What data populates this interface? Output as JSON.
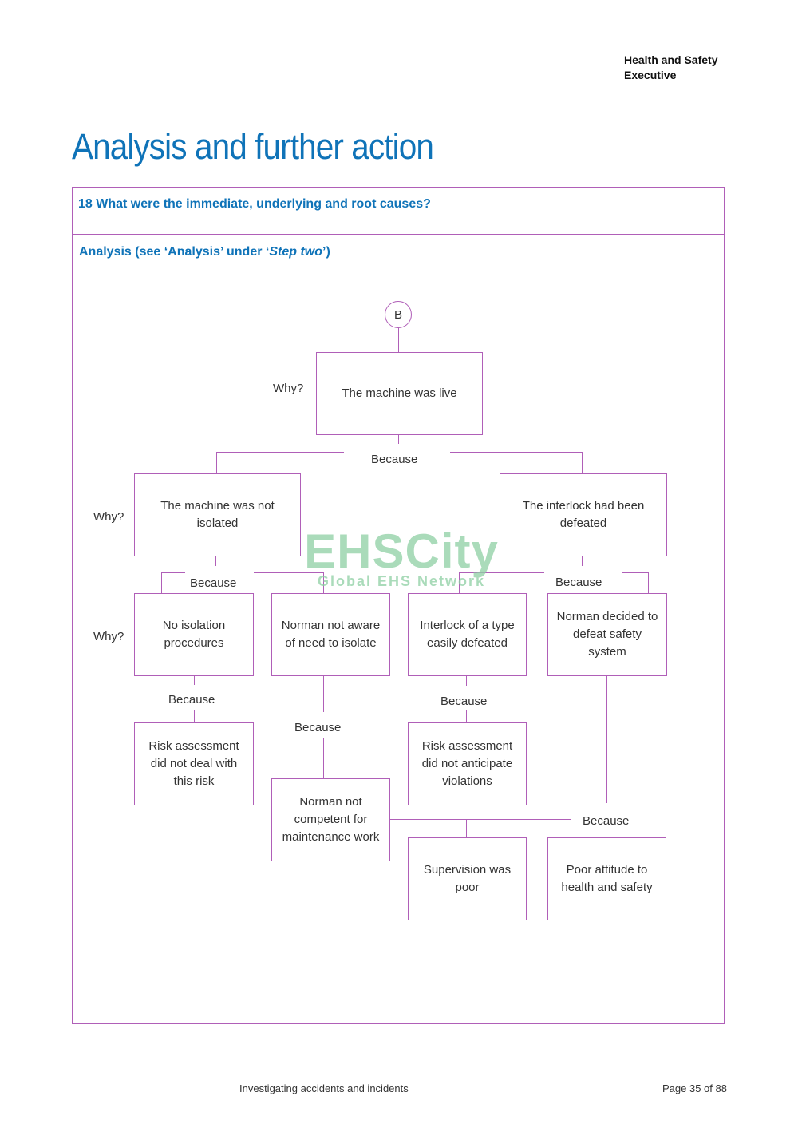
{
  "header": {
    "org_line1": "Health and Safety",
    "org_line2": "Executive"
  },
  "page_title": "Analysis and further action",
  "panel": {
    "question": "18 What were the immediate, underlying and root causes?",
    "subhead_prefix": "Analysis (see ‘Analysis’ under ‘",
    "subhead_em": "Step two",
    "subhead_suffix": "’)"
  },
  "diagram": {
    "connector": "B",
    "why_label": "Why?",
    "because_label": "Because",
    "boxes": {
      "machine_live": "The machine was live",
      "not_isolated": "The machine was not isolated",
      "interlock_defeated": "The interlock had been defeated",
      "no_isolation": "No isolation procedures",
      "not_aware": "Norman not aware of need to isolate",
      "interlock_type": "Interlock of a type easily defeated",
      "decided_defeat": "Norman decided to defeat safety system",
      "risk_not_deal": "Risk assessment did not deal with this risk",
      "not_competent": "Norman not competent for maintenance work",
      "risk_not_anticipate": "Risk assessment did not anticipate violations",
      "supervision_poor": "Supervision was poor",
      "poor_attitude": "Poor attitude to health and safety"
    }
  },
  "watermark": {
    "main": "EHSCity",
    "sub": "Global EHS Network"
  },
  "footer": {
    "title": "Investigating accidents and incidents",
    "page": "Page 35 of 88"
  },
  "colors": {
    "accent_blue": "#0f73b8",
    "box_border": "#b05fb8",
    "watermark_green": "#8ed0a3"
  }
}
